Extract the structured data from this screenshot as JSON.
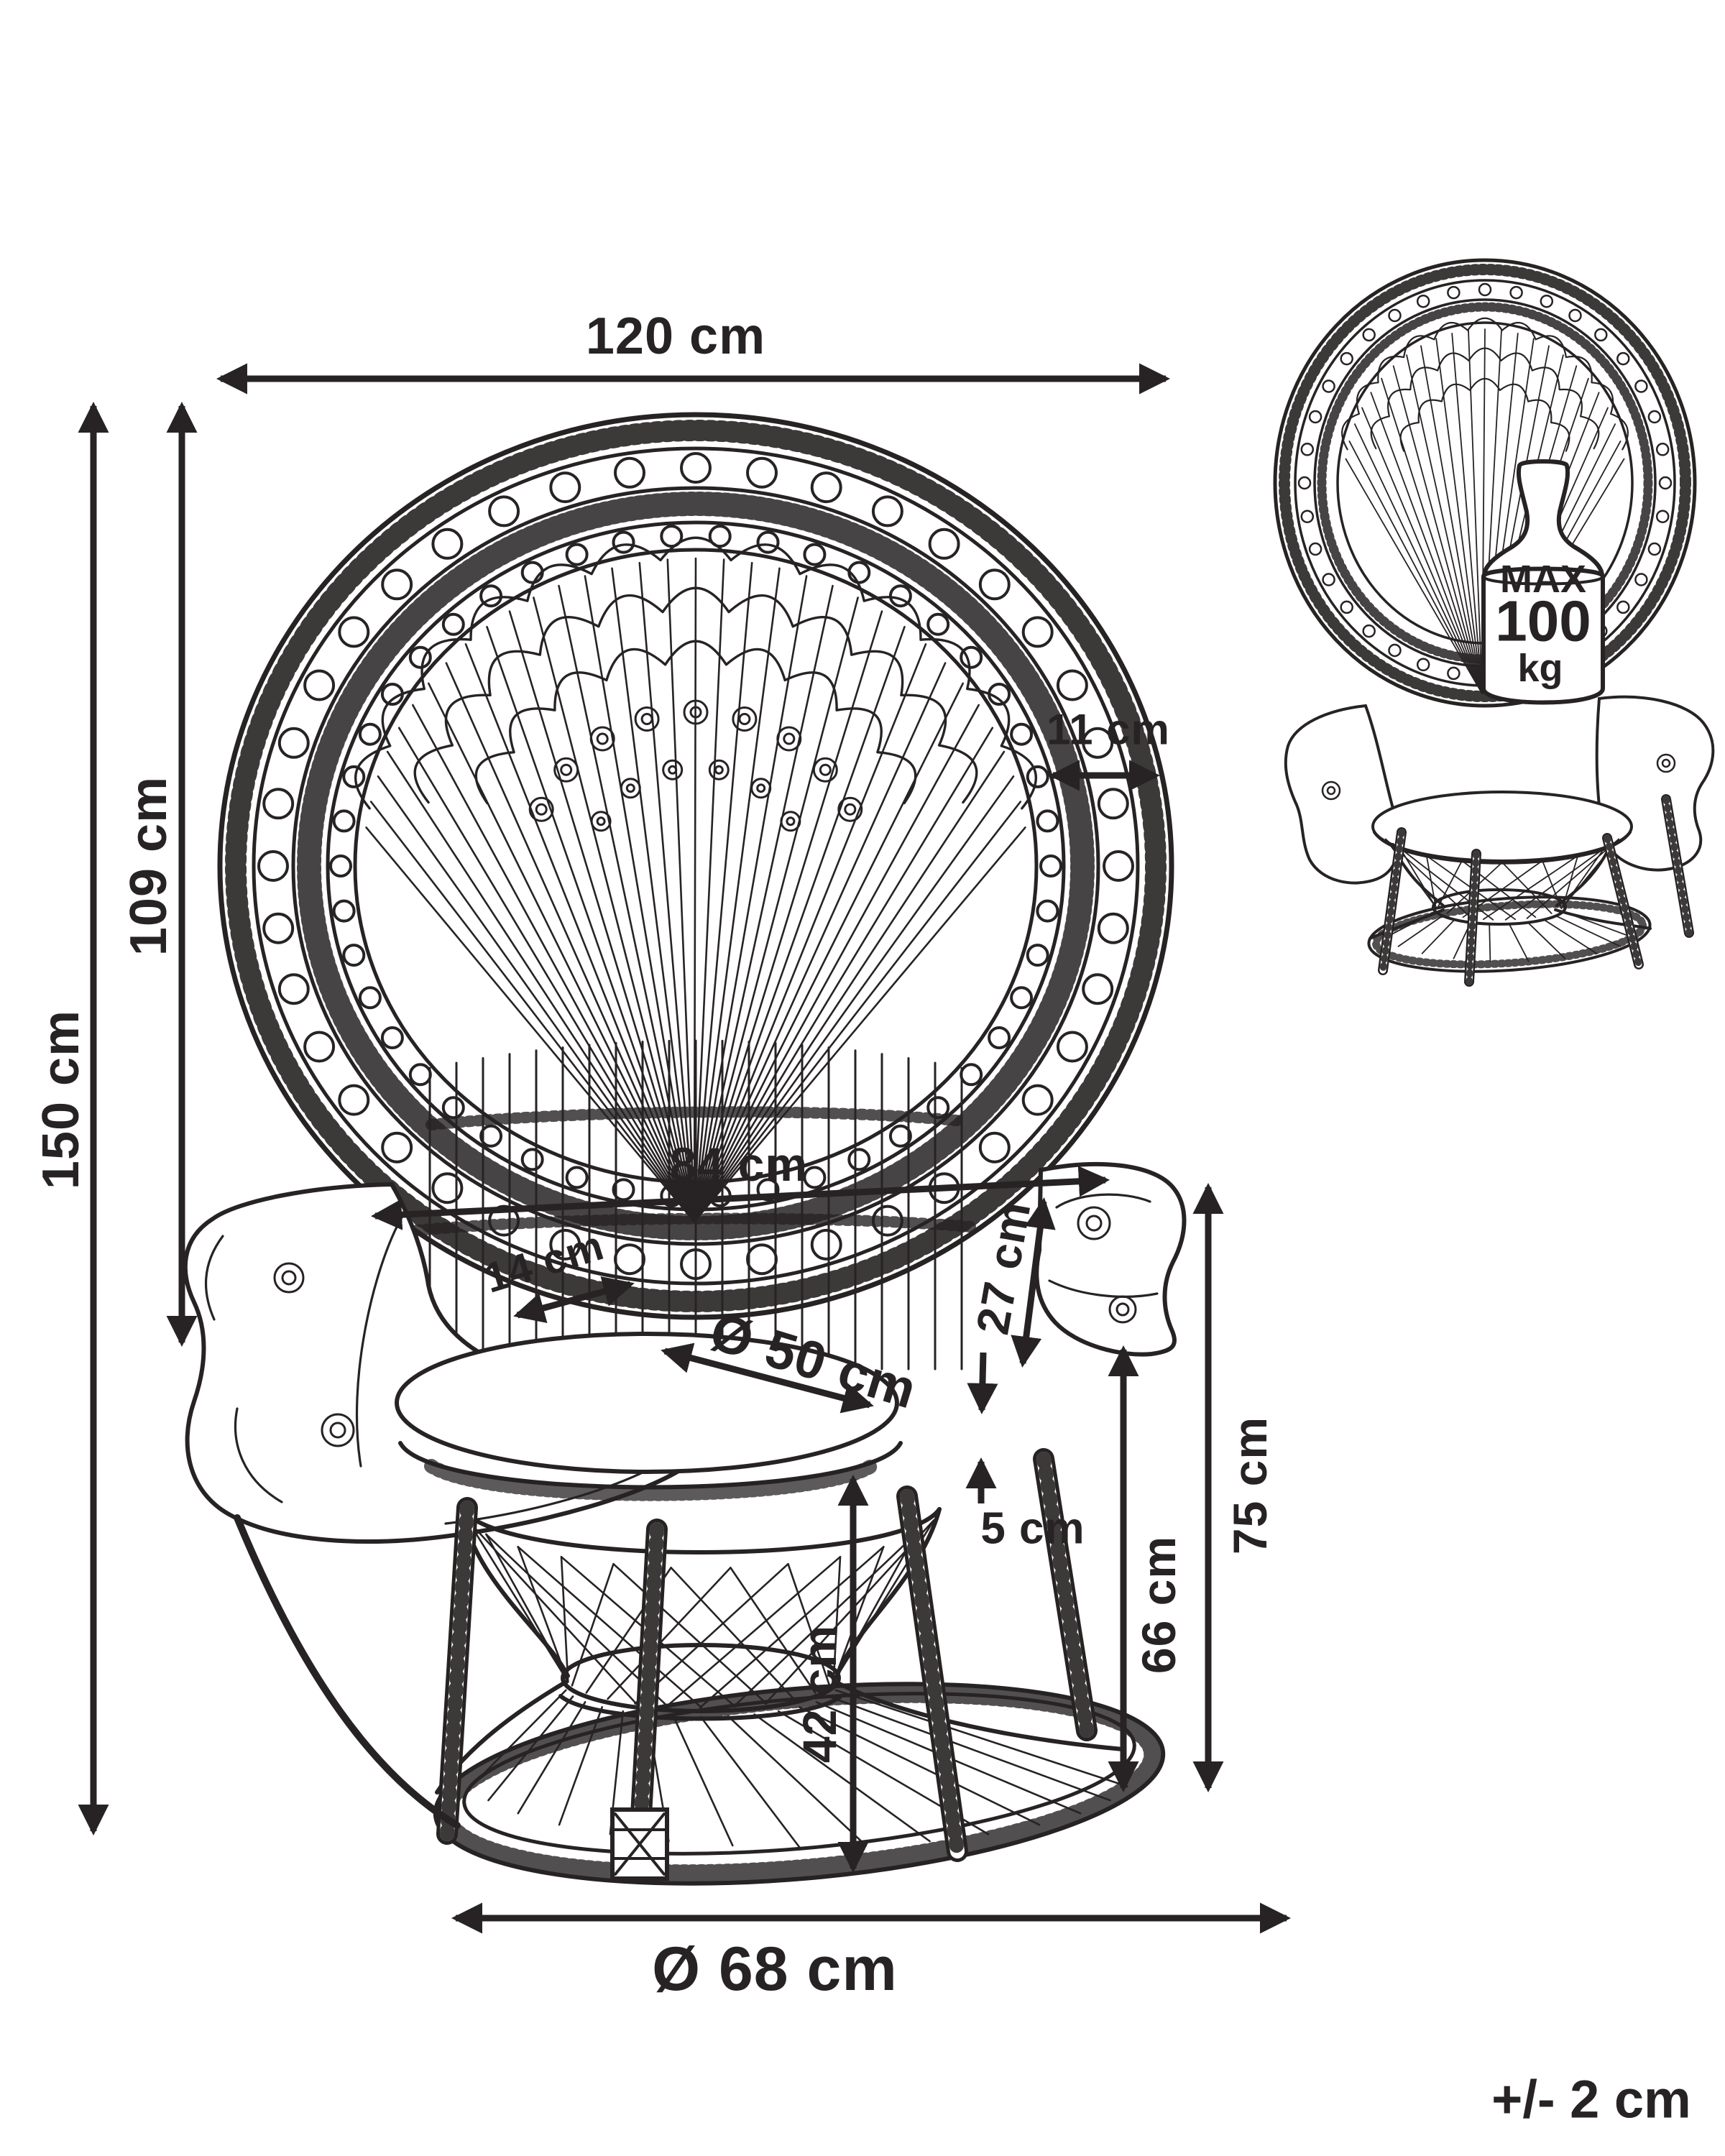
{
  "page": {
    "background_color": "#ffffff",
    "ink_color": "#272324"
  },
  "diagram": {
    "labels": {
      "overall_width": "120 cm",
      "overall_height": "150 cm",
      "back_height": "109 cm",
      "back_rim_depth": "11 cm",
      "armrest_span": "84 cm",
      "armrest_width": "14 cm",
      "backrest_above_arm": "27 cm",
      "seat_diameter": "Ø 50 cm",
      "cushion_thickness": "5 cm",
      "seat_height": "42 cm",
      "arm_to_floor_inner": "66 cm",
      "arm_height": "75 cm",
      "base_diameter": "Ø 68 cm"
    },
    "max_load": {
      "line1": "MAX",
      "line2": "100",
      "line3": "kg"
    },
    "tolerance": "+/- 2 cm"
  }
}
